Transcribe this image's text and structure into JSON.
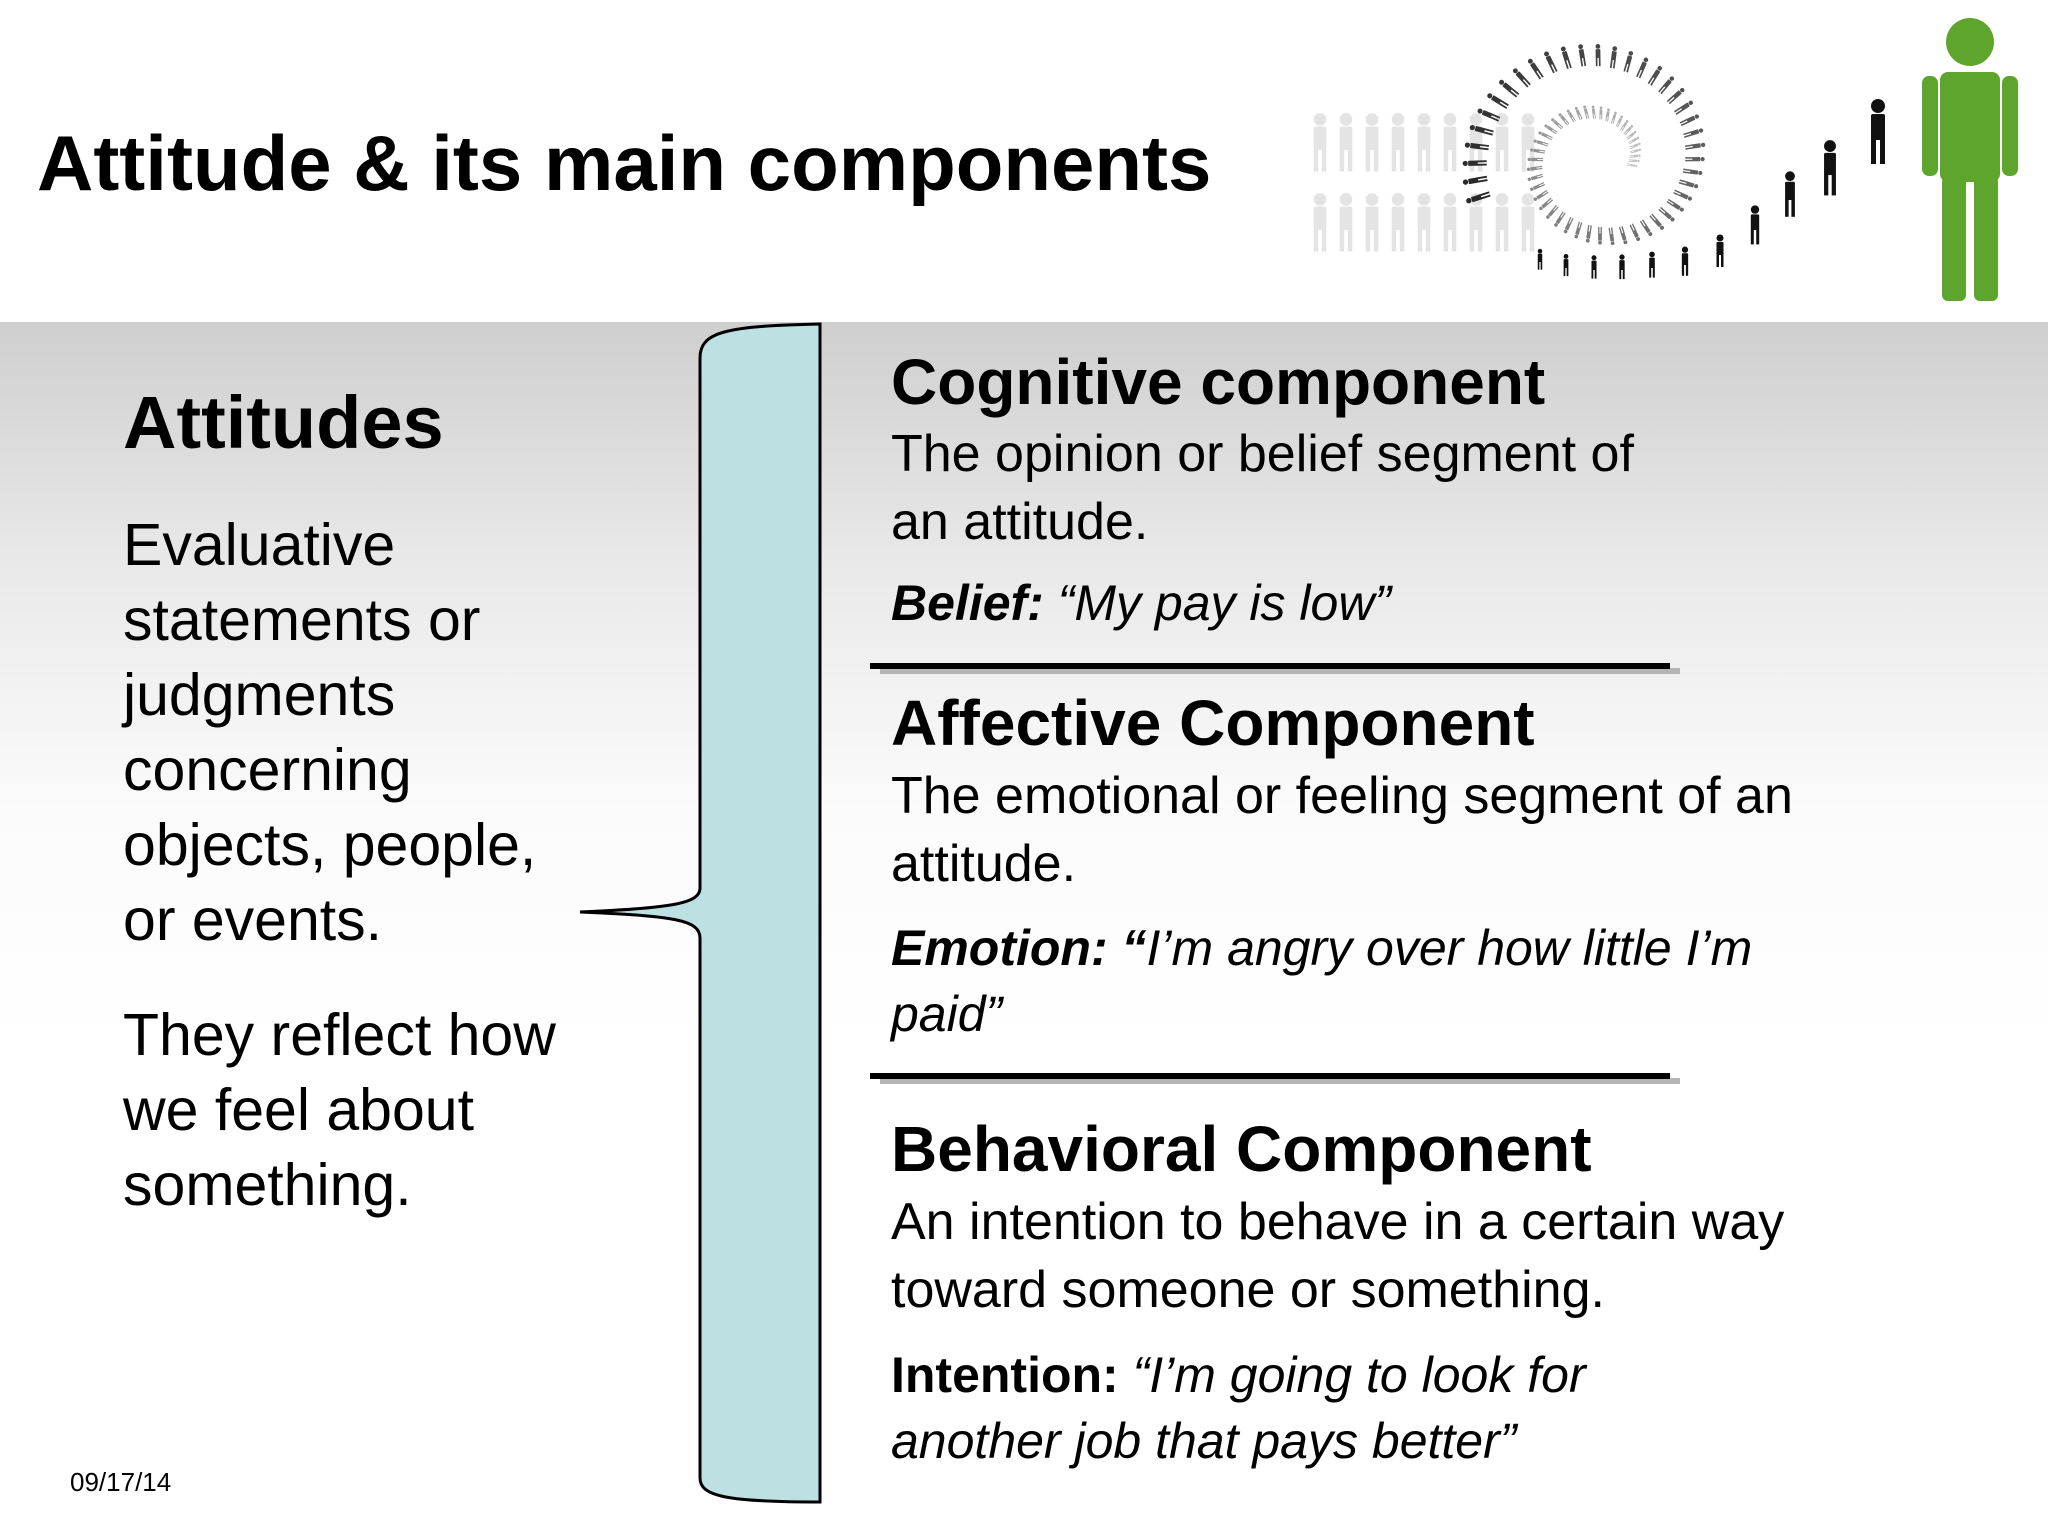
{
  "slide": {
    "title": "Attitude & its main components",
    "date": "09/17/14"
  },
  "attitudes": {
    "heading": "Attitudes",
    "definition": "Evaluative statements or judgments concerning objects, people, or events.",
    "reflection": "They reflect how we feel about something."
  },
  "components": [
    {
      "heading": "Cognitive component",
      "description": "The opinion or belief segment of an attitude.",
      "example_label": "Belief:",
      "example_text": " “My pay is low”"
    },
    {
      "heading": "Affective Component",
      "description": "The emotional or feeling segment of an attitude.",
      "example_label": "Emotion: “",
      "example_text": "I’m angry over how little I’m paid”"
    },
    {
      "heading": "Behavioral Component",
      "description": "An intention to behave in a certain way toward someone or something.",
      "example_label": "Intention:",
      "example_text": " “I’m going to look for another job that pays better”"
    }
  ],
  "colors": {
    "brace_fill": "#bde0e3",
    "accent_green": "#5da52c",
    "figure_dark": "#111111"
  },
  "icons": {
    "header": "people-spiral-illustration"
  }
}
